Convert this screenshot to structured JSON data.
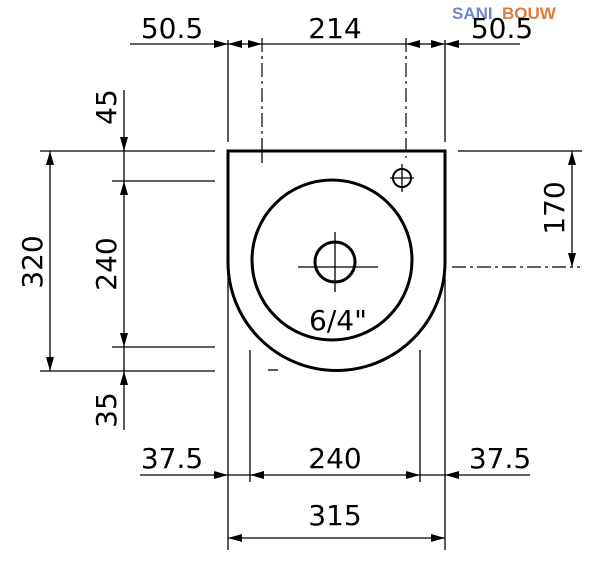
{
  "logo": {
    "text_left": "SANI",
    "text_right": "BOUW",
    "color_left": "#6f86c9",
    "color_right": "#e07a3a"
  },
  "dimensions": {
    "top_left": "50.5",
    "top_middle": "214",
    "top_right": "50.5",
    "left_top": "45",
    "left_middle": "240",
    "left_overall": "320",
    "left_bottom": "35",
    "right_height": "170",
    "bottom_left": "37.5",
    "bottom_middle": "240",
    "bottom_right": "37.5",
    "bottom_overall": "315"
  },
  "drain_label": "6/4\""
}
